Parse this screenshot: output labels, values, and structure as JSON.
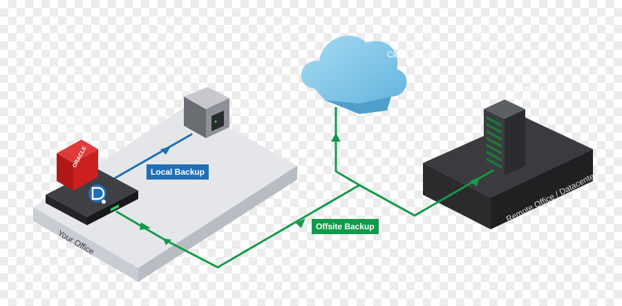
{
  "labels": {
    "local_backup": "Local Backup",
    "offsite_backup": "Offsite Backup",
    "your_office": "Your Office",
    "remote_office": "Remote Office / Datacenter",
    "oracle_server_line1": "Oracle Database",
    "oracle_server_line2": "Server",
    "nas_storage": "NAS Storage",
    "cloud_storage": "Cloud Storage",
    "sftp_ftp_line1": "SFTP / FTP",
    "sftp_ftp_line2": "Server",
    "oracle_logo": "ORACLE"
  },
  "colors": {
    "local_backup": "#1f6fb5",
    "offsite_backup": "#129a4a",
    "office_platform": "#e4e6ea",
    "remote_platform": "#2e2f31",
    "cloud": "#8ccbe8",
    "oracle_box": "#cc1f1f"
  },
  "icons": {
    "backup_agent": "backup-agent-logo-icon"
  }
}
